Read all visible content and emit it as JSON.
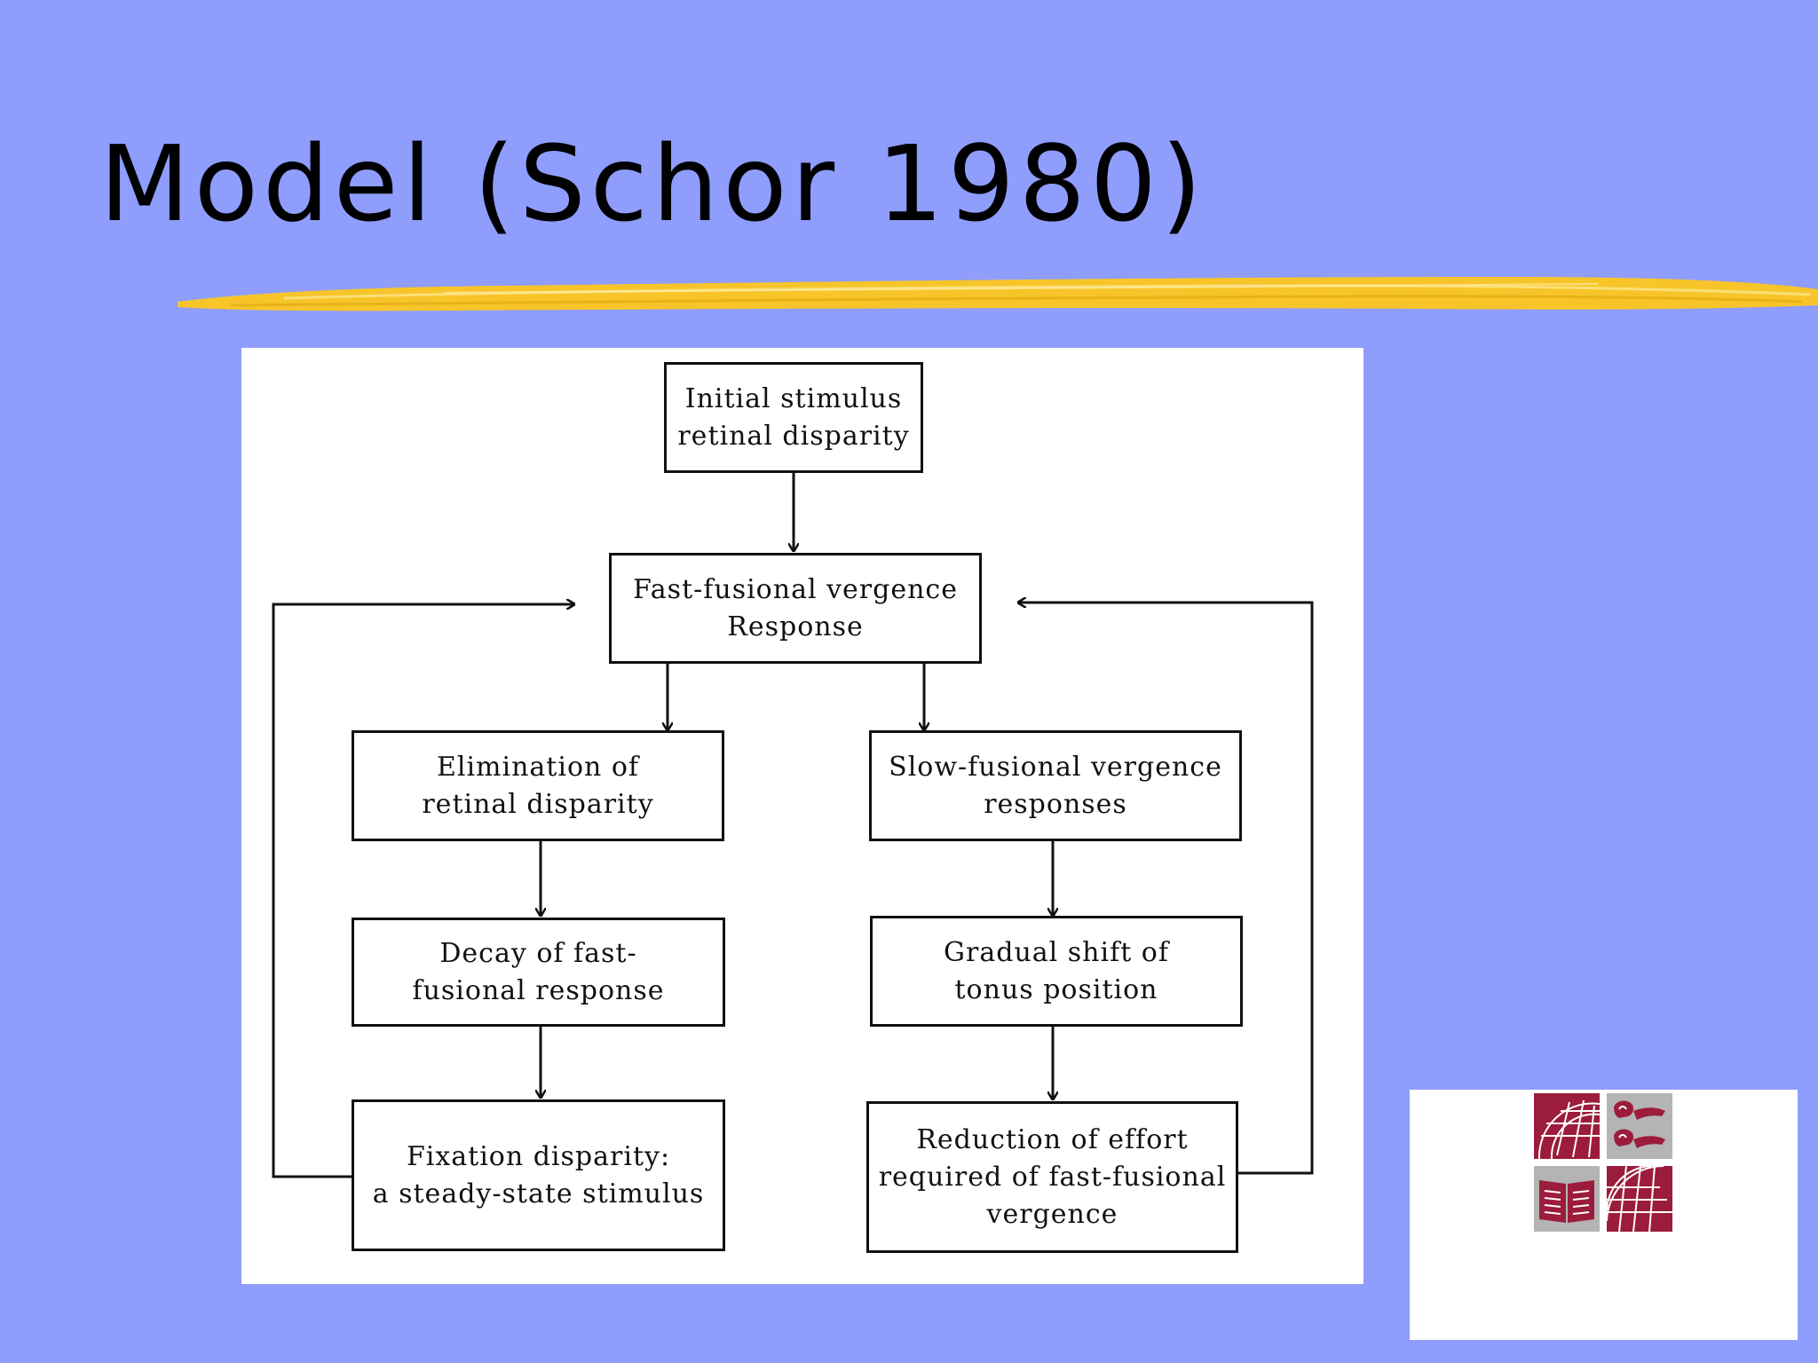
{
  "slide": {
    "title": "Model (Schor 1980)"
  },
  "colors": {
    "background": "#8f9dfd",
    "accent_brush": "#f7c52a",
    "logo_maroon": "#9c1c3c",
    "logo_gray": "#b4b4b4"
  },
  "diagram": {
    "boxes": {
      "initial_stimulus": "Initial stimulus\nretinal disparity",
      "fast_fusional": "Fast-fusional vergence\nResponse",
      "elimination": "Elimination of\nretinal disparity",
      "slow_fusional": "Slow-fusional vergence\nresponses",
      "decay": "Decay of fast-\nfusional response",
      "gradual_shift": "Gradual shift of\ntonus position",
      "fixation_disparity": "Fixation disparity:\na steady-state stimulus",
      "reduction_effort": "Reduction of effort\nrequired of fast-fusional\nvergence"
    }
  },
  "logo": {
    "tiles": [
      "globe-icon",
      "hands-icon",
      "book-icon",
      "globe-icon"
    ]
  }
}
